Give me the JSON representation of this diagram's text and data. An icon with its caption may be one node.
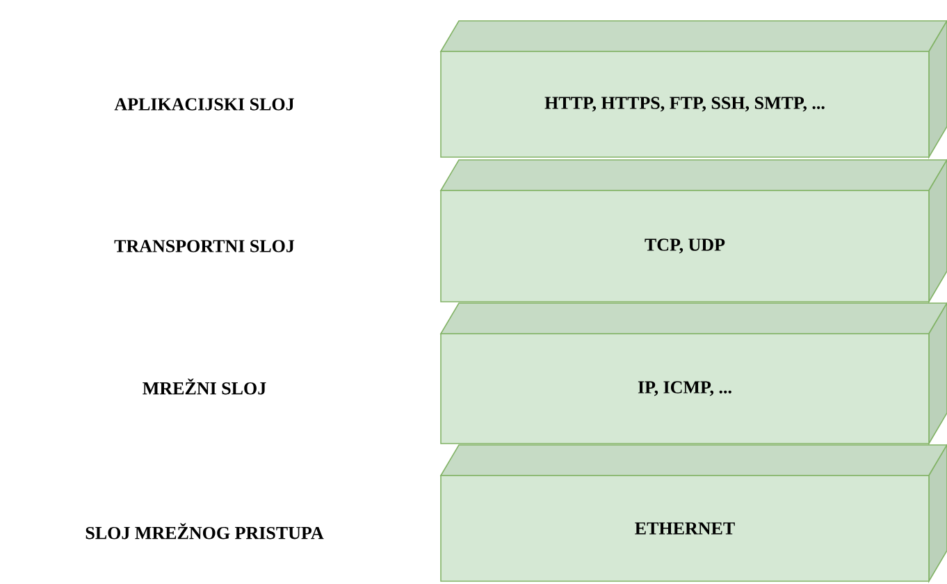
{
  "diagram": {
    "nodes": [
      {
        "text": [
          "HTTP, HTTPS, FTP, SSH, SMTP, ..."
        ]
      },
      {
        "text": [
          "TCP, UDP"
        ]
      },
      {
        "text": [
          "IP, ICMP, ..."
        ]
      },
      {
        "text": [
          "ETHERNET"
        ]
      }
    ],
    "labels": [
      "APLIKACIJSKI SLOJ",
      "TRANSPORTNI SLOJ",
      "MREŽNI SLOJ",
      "SLOJ MREŽNOG PRISTUPA"
    ]
  }
}
